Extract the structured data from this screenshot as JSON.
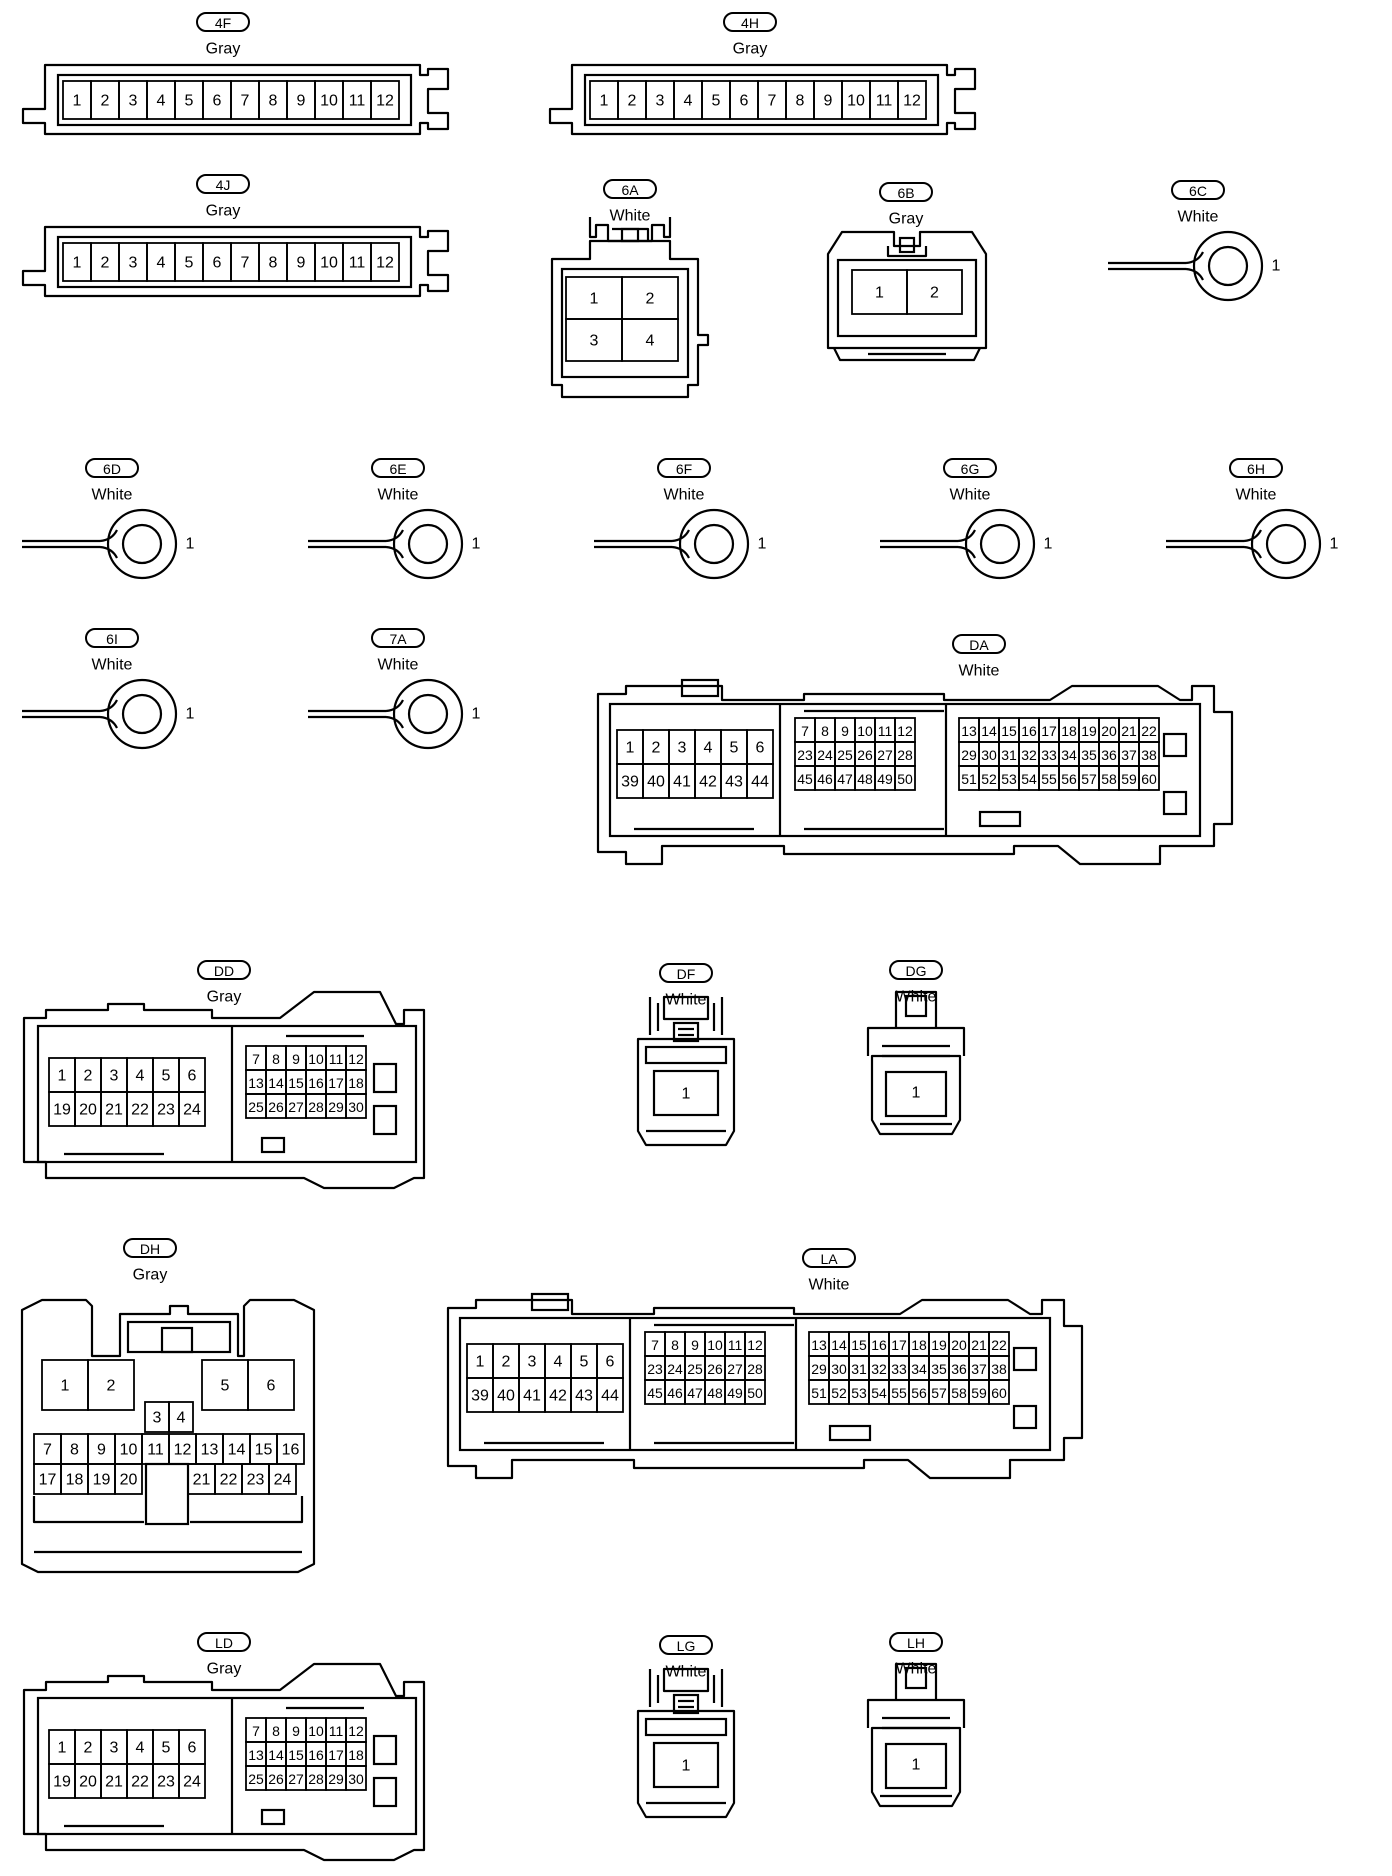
{
  "connectors": [
    {
      "id": "4F",
      "color": "Gray",
      "kind": "strip12",
      "pins": [
        "1",
        "2",
        "3",
        "4",
        "5",
        "6",
        "7",
        "8",
        "9",
        "10",
        "11",
        "12"
      ]
    },
    {
      "id": "4H",
      "color": "Gray",
      "kind": "strip12",
      "pins": [
        "1",
        "2",
        "3",
        "4",
        "5",
        "6",
        "7",
        "8",
        "9",
        "10",
        "11",
        "12"
      ]
    },
    {
      "id": "4J",
      "color": "Gray",
      "kind": "strip12",
      "pins": [
        "1",
        "2",
        "3",
        "4",
        "5",
        "6",
        "7",
        "8",
        "9",
        "10",
        "11",
        "12"
      ]
    },
    {
      "id": "6A",
      "color": "White",
      "kind": "grid4",
      "pins": [
        "1",
        "2",
        "3",
        "4"
      ]
    },
    {
      "id": "6B",
      "color": "Gray",
      "kind": "pair2",
      "pins": [
        "1",
        "2"
      ]
    },
    {
      "id": "6C",
      "color": "White",
      "kind": "ring",
      "pins": [
        "1"
      ]
    },
    {
      "id": "6D",
      "color": "White",
      "kind": "ring",
      "pins": [
        "1"
      ]
    },
    {
      "id": "6E",
      "color": "White",
      "kind": "ring",
      "pins": [
        "1"
      ]
    },
    {
      "id": "6F",
      "color": "White",
      "kind": "ring",
      "pins": [
        "1"
      ]
    },
    {
      "id": "6G",
      "color": "White",
      "kind": "ring",
      "pins": [
        "1"
      ]
    },
    {
      "id": "6H",
      "color": "White",
      "kind": "ring",
      "pins": [
        "1"
      ]
    },
    {
      "id": "6I",
      "color": "White",
      "kind": "ring",
      "pins": [
        "1"
      ]
    },
    {
      "id": "7A",
      "color": "White",
      "kind": "ring",
      "pins": [
        "1"
      ]
    },
    {
      "id": "DA",
      "color": "White",
      "kind": "ecu60",
      "pins": []
    },
    {
      "id": "DD",
      "color": "Gray",
      "kind": "ecu30",
      "pins": []
    },
    {
      "id": "DF",
      "color": "White",
      "kind": "single-a",
      "pins": [
        "1"
      ]
    },
    {
      "id": "DG",
      "color": "White",
      "kind": "single-b",
      "pins": [
        "1"
      ]
    },
    {
      "id": "DH",
      "color": "Gray",
      "kind": "dh24",
      "pins": []
    },
    {
      "id": "LA",
      "color": "White",
      "kind": "ecu60",
      "pins": []
    },
    {
      "id": "LD",
      "color": "Gray",
      "kind": "ecu30",
      "pins": []
    },
    {
      "id": "LG",
      "color": "White",
      "kind": "single-a",
      "pins": [
        "1"
      ]
    },
    {
      "id": "LH",
      "color": "White",
      "kind": "single-b",
      "pins": [
        "1"
      ]
    }
  ],
  "pin_tables": {
    "ecu60": {
      "block1": [
        [
          "1",
          "2",
          "3",
          "4",
          "5",
          "6"
        ],
        [
          "39",
          "40",
          "41",
          "42",
          "43",
          "44"
        ]
      ],
      "block2": [
        [
          "7",
          "8",
          "9",
          "10",
          "11",
          "12"
        ],
        [
          "23",
          "24",
          "25",
          "26",
          "27",
          "28"
        ],
        [
          "45",
          "46",
          "47",
          "48",
          "49",
          "50"
        ]
      ],
      "block3": [
        [
          "13",
          "14",
          "15",
          "16",
          "17",
          "18",
          "19",
          "20",
          "21",
          "22"
        ],
        [
          "29",
          "30",
          "31",
          "32",
          "33",
          "34",
          "35",
          "36",
          "37",
          "38"
        ],
        [
          "51",
          "52",
          "53",
          "54",
          "55",
          "56",
          "57",
          "58",
          "59",
          "60"
        ]
      ]
    },
    "ecu30": {
      "block1": [
        [
          "1",
          "2",
          "3",
          "4",
          "5",
          "6"
        ],
        [
          "19",
          "20",
          "21",
          "22",
          "23",
          "24"
        ]
      ],
      "block2": [
        [
          "7",
          "8",
          "9",
          "10",
          "11",
          "12"
        ],
        [
          "13",
          "14",
          "15",
          "16",
          "17",
          "18"
        ],
        [
          "25",
          "26",
          "27",
          "28",
          "29",
          "30"
        ]
      ]
    },
    "dh24": {
      "top_left": [
        "1",
        "2"
      ],
      "top_right": [
        "5",
        "6"
      ],
      "middle": [
        "3",
        "4"
      ],
      "row7": [
        "7",
        "8",
        "9",
        "10",
        "11",
        "12",
        "13",
        "14",
        "15",
        "16"
      ],
      "row17": [
        "17",
        "18",
        "19",
        "20",
        "",
        "21",
        "22",
        "23",
        "24"
      ]
    }
  }
}
